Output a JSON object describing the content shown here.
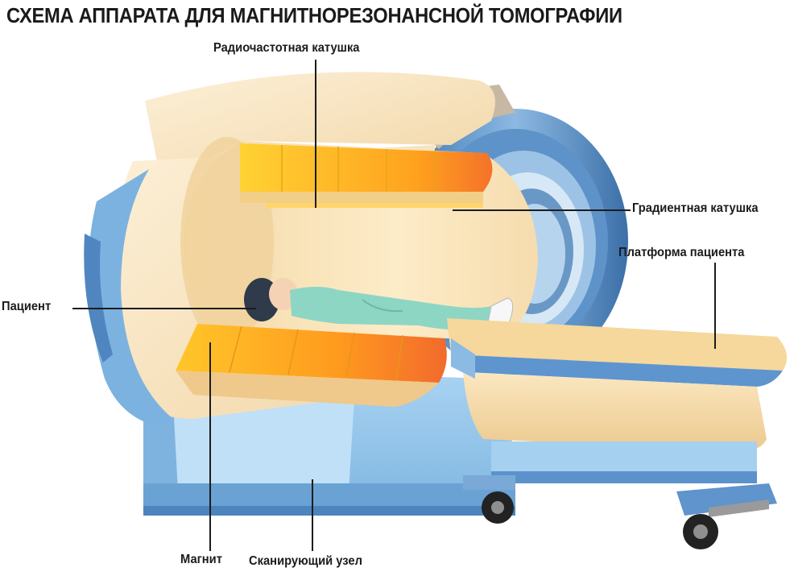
{
  "title": "СХЕМА АППАРАТА ДЛЯ МАГНИТНОРЕЗОНАНСНОЙ ТОМОГРАФИИ",
  "labels": {
    "rf_coil": "Радиочастотная катушка",
    "gradient_coil": "Градиентная катушка",
    "patient_platform": "Платформа пациента",
    "patient": "Пациент",
    "magnet": "Магнит",
    "scanning_unit": "Сканирующий узел"
  }
}
